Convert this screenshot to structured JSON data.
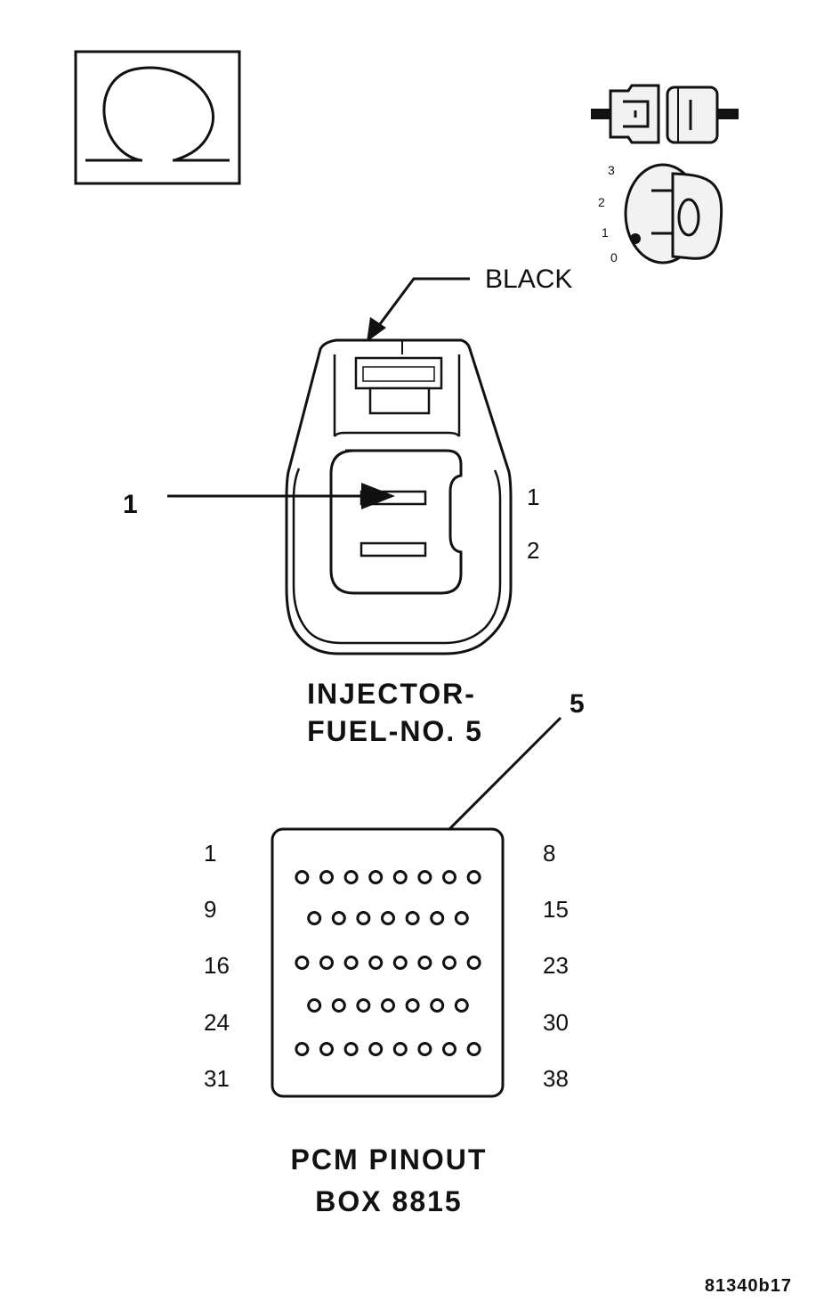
{
  "symbols": {
    "ohmmeter": "ohm-symbol",
    "connector": "connector-disconnect-icon",
    "ignition": "ignition-key-icon"
  },
  "ignition_positions": [
    "3",
    "2",
    "1",
    "0"
  ],
  "connector_color_label": "BLACK",
  "injector": {
    "callout": "1",
    "cavity_labels": [
      "1",
      "2"
    ],
    "title_line1": "INJECTOR-",
    "title_line2": "FUEL-NO. 5"
  },
  "pcm": {
    "callout": "5",
    "left_labels": [
      "1",
      "9",
      "16",
      "24",
      "31"
    ],
    "right_labels": [
      "8",
      "15",
      "23",
      "30",
      "38"
    ],
    "row_pin_counts": [
      8,
      7,
      8,
      7,
      8
    ],
    "highlight_pin": 5,
    "title_line1": "PCM PINOUT",
    "title_line2": "BOX 8815"
  },
  "figure_id": "81340b17"
}
